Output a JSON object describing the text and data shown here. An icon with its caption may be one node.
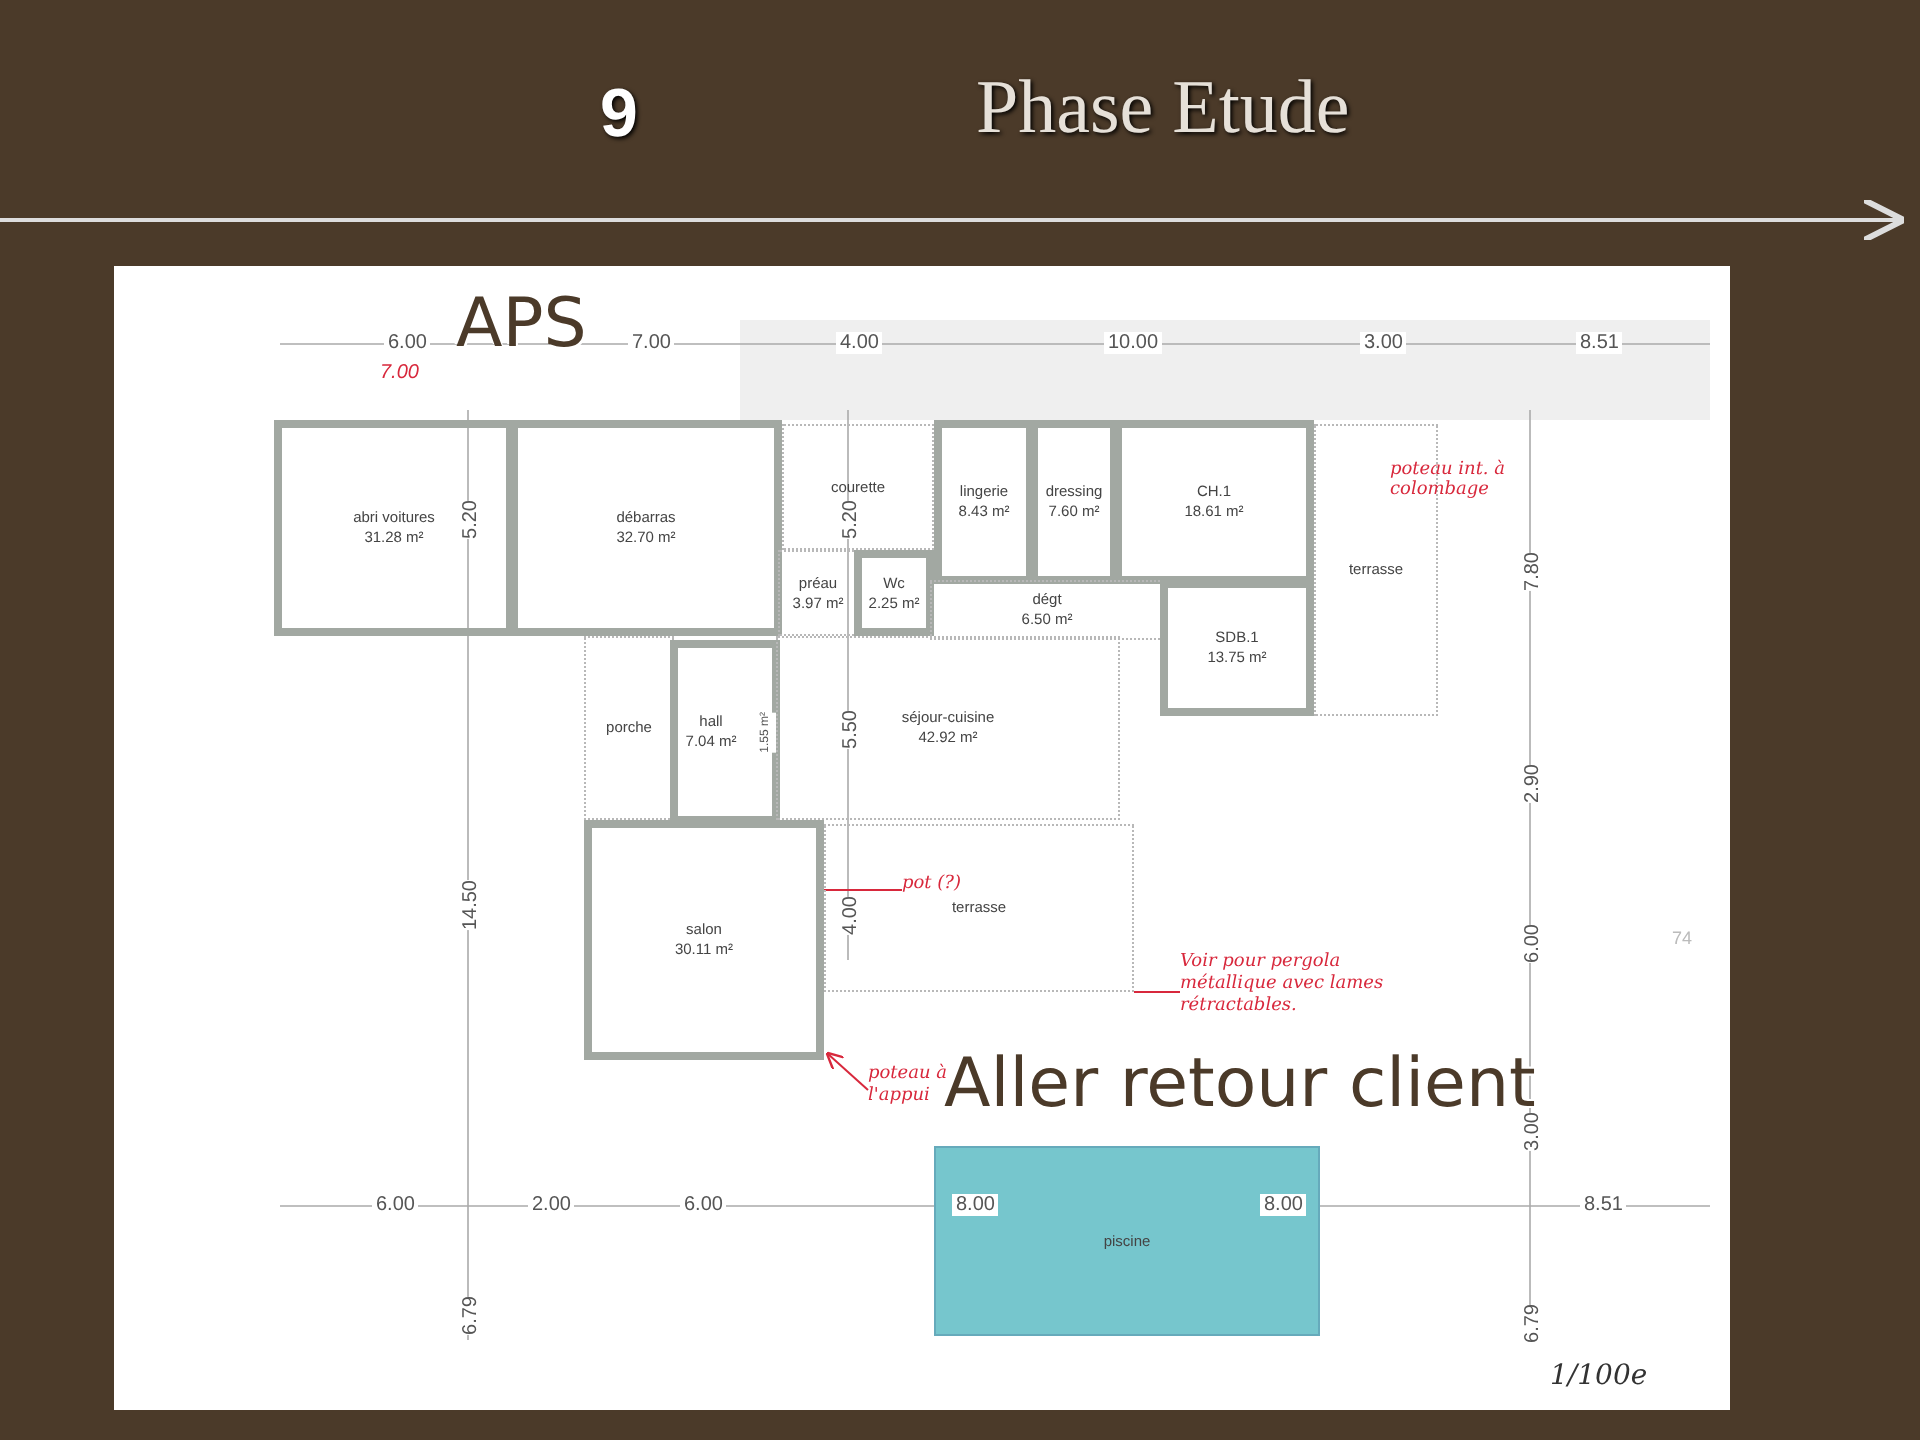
{
  "diagram": {
    "title": "Phase Etude",
    "nodes": [
      {
        "text": [
          "abri voitures",
          "31.28 m²"
        ]
      },
      {
        "text": [
          "débarras",
          "32.70 m²"
        ]
      },
      {
        "text": [
          "courette"
        ]
      },
      {
        "text": [
          "préau",
          "3.97 m²"
        ]
      },
      {
        "text": [
          "Wc",
          "2.25 m²"
        ]
      },
      {
        "text": [
          "lingerie",
          "8.43 m²"
        ]
      },
      {
        "text": [
          "dressing",
          "7.60 m²"
        ]
      },
      {
        "text": [
          "CH.1",
          "18.61 m²"
        ]
      },
      {
        "text": [
          "dégt",
          "6.50 m²"
        ]
      },
      {
        "text": [
          "SDB.1",
          "13.75 m²"
        ]
      },
      {
        "text": [
          "terrasse"
        ]
      },
      {
        "text": [
          "porche"
        ]
      },
      {
        "text": [
          "hall",
          "7.04 m²"
        ]
      },
      {
        "text": [
          "séjour-cuisine",
          "42.92 m²"
        ]
      },
      {
        "text": [
          "salon",
          "30.11 m²"
        ]
      },
      {
        "text": [
          "terrasse"
        ]
      },
      {
        "text": [
          "piscine"
        ]
      },
      {
        "text": [
          "pot (?)"
        ],
        "in": 15
      },
      {
        "text": [
          "Voir pour pergola métallique avec lames rétractables."
        ]
      },
      {
        "text": [
          "poteau à l'appui"
        ]
      }
    ],
    "edges": [
      {
        "from": 17,
        "to": 14,
        "arrow": "none"
      },
      {
        "from": 18,
        "to": 15,
        "arrow": "none"
      },
      {
        "from": 19,
        "to": null,
        "arrow": "to"
      }
    ],
    "labels": [
      "9",
      "6.00",
      "APS",
      "7.00",
      "4.00",
      "10.00",
      "3.00",
      "8.51",
      "7.00",
      "poteau int. à colombage",
      "5.20",
      "5.20",
      "7.80",
      "1.55 m²",
      "5.50",
      "2.90",
      "14.50",
      "4.00",
      "6.00",
      "74",
      "Aller retour client",
      "3.00",
      "6.00",
      "2.00",
      "6.00",
      "8.00",
      "8.00",
      "8.51",
      "6.79",
      "6.79",
      "1/100e"
    ]
  }
}
